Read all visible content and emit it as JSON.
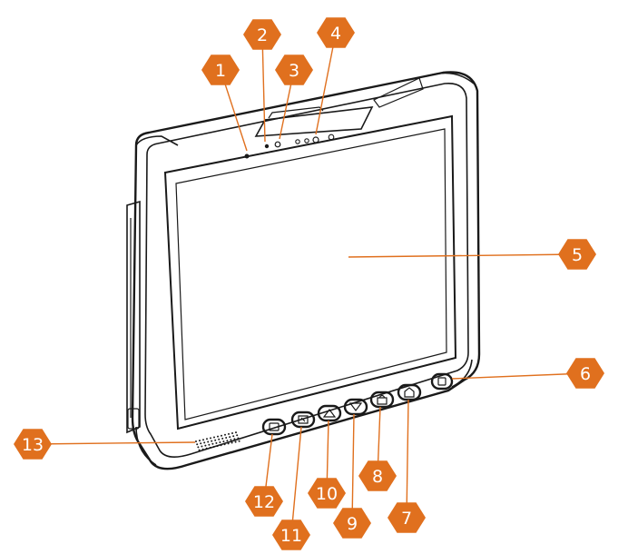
{
  "colors": {
    "callout_fill": "#e0701e",
    "callout_text": "#ffffff",
    "device_outline": "#1a1a1a",
    "background": "#ffffff"
  },
  "callouts": [
    {
      "label": "1",
      "target": "front-camera-left"
    },
    {
      "label": "2",
      "target": "indicator-light"
    },
    {
      "label": "3",
      "target": "light-sensor"
    },
    {
      "label": "4",
      "target": "front-camera"
    },
    {
      "label": "5",
      "target": "touchscreen"
    },
    {
      "label": "6",
      "target": "power-button"
    },
    {
      "label": "7",
      "target": "home-button"
    },
    {
      "label": "8",
      "target": "lock-button"
    },
    {
      "label": "9",
      "target": "volume-down-button"
    },
    {
      "label": "10",
      "target": "volume-up-button"
    },
    {
      "label": "11",
      "target": "camera-button"
    },
    {
      "label": "12",
      "target": "function-button"
    },
    {
      "label": "13",
      "target": "speaker-grille"
    }
  ]
}
